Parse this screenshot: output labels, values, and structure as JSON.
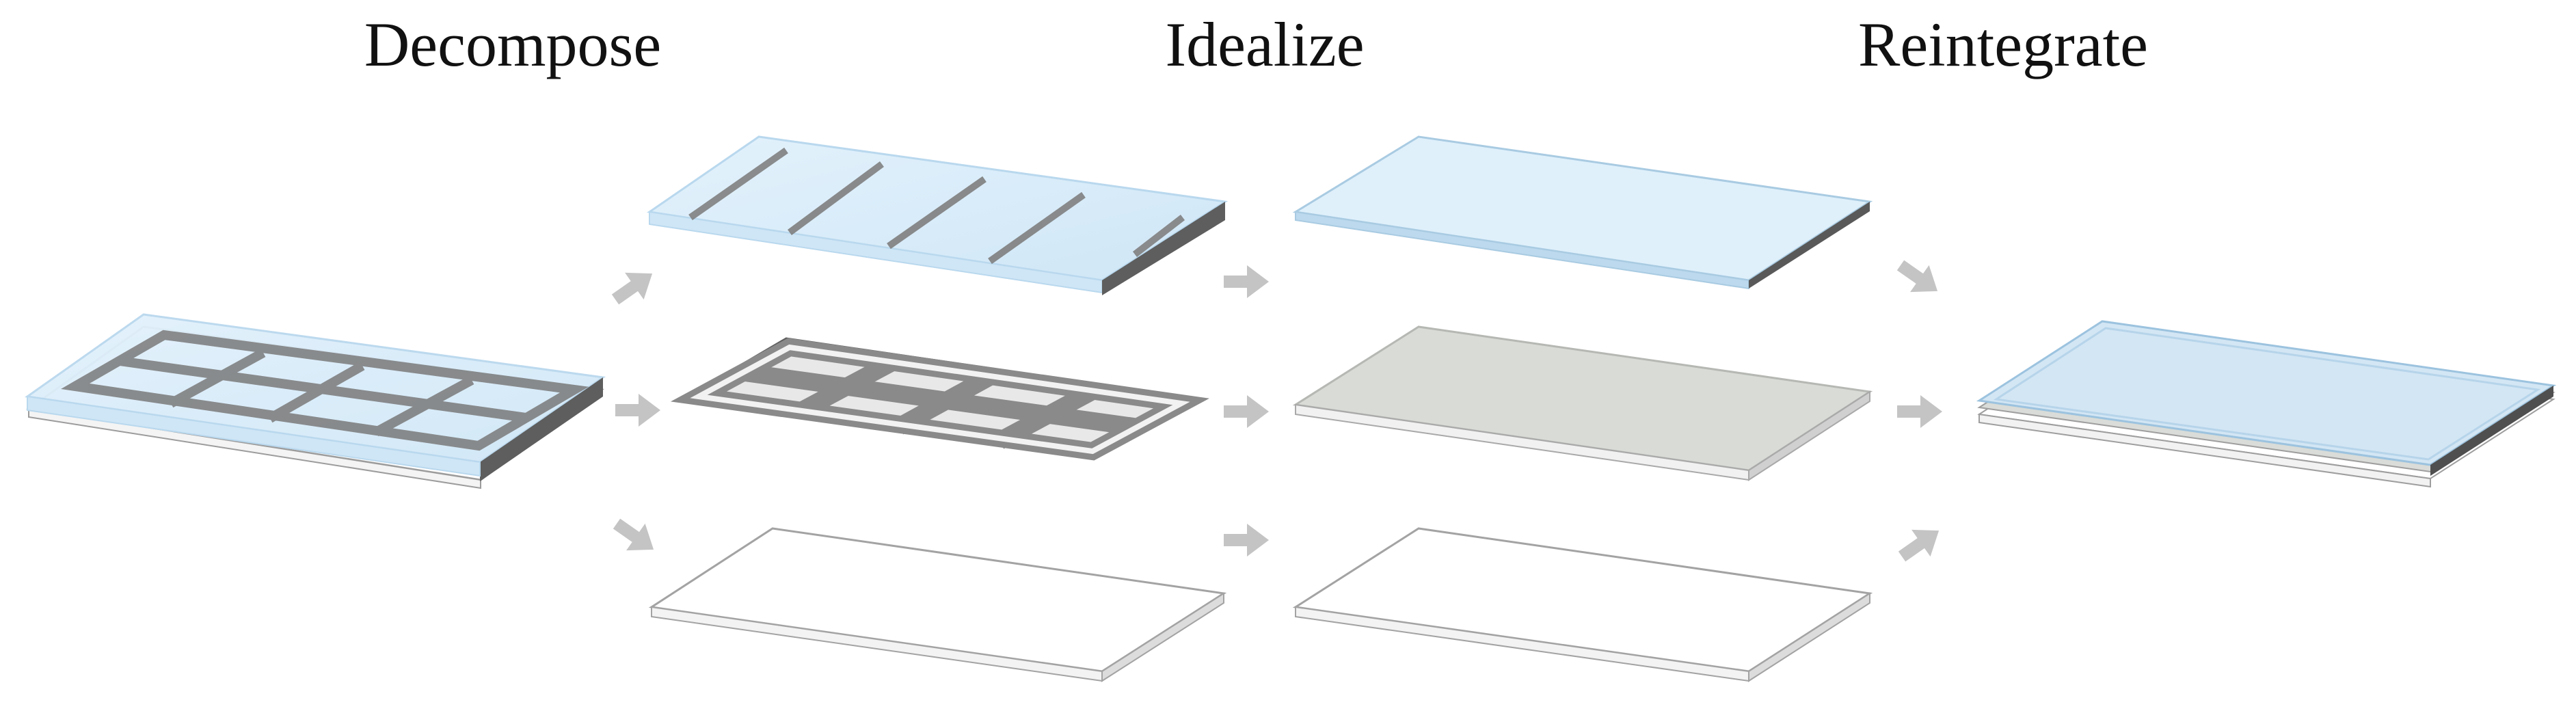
{
  "headings": {
    "decompose": "Decompose",
    "idealize": "Idealize",
    "reintegrate": "Reintegrate"
  },
  "colors": {
    "glass": "#dceefa",
    "glass_edge": "#aacde6",
    "grey_fill": "#d7dbd6",
    "frame_dark": "#6b6b6b",
    "frame_light": "#ededed",
    "outline": "#a9a9a9",
    "arrow": "#c4c4c4",
    "reintegrate_top": "#d3e6f4"
  },
  "icons": [
    "arrow-icon"
  ]
}
